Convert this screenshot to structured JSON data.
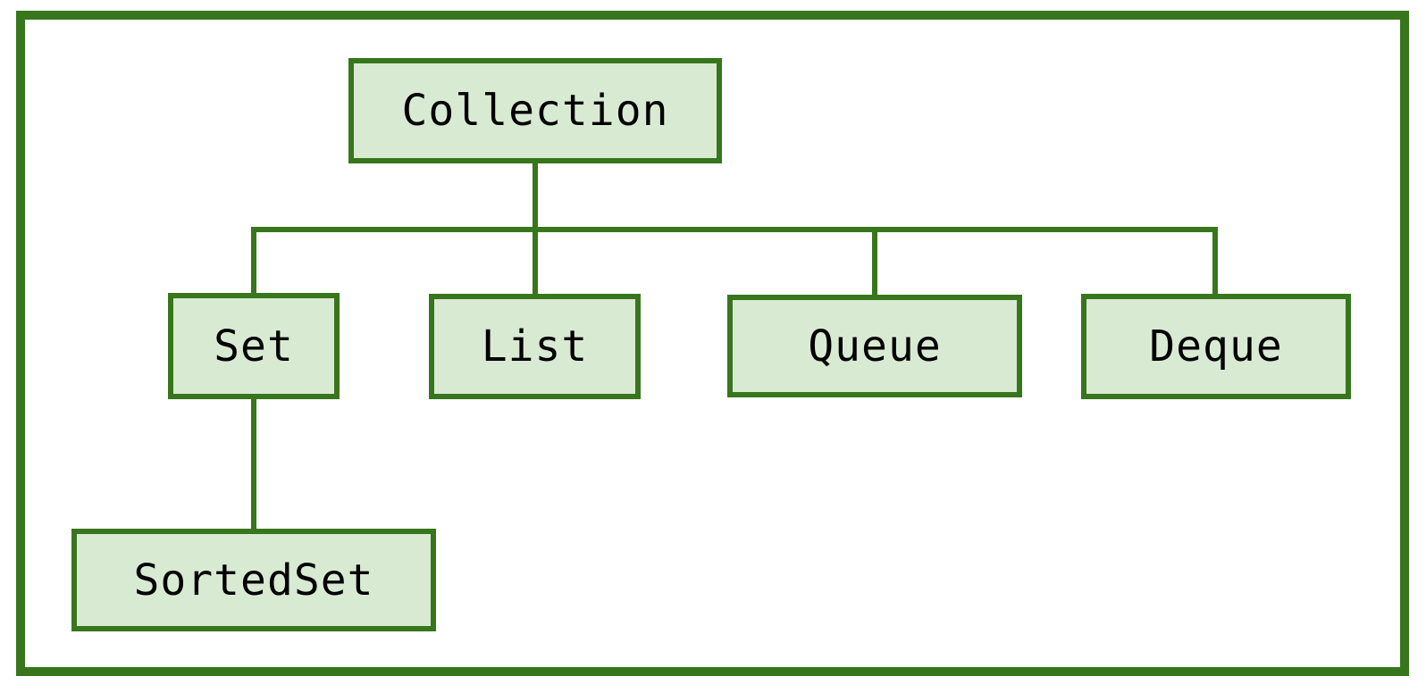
{
  "diagram": {
    "type": "hierarchy",
    "nodes": [
      {
        "id": "collection",
        "label": "Collection",
        "level": 0
      },
      {
        "id": "set",
        "label": "Set",
        "level": 1
      },
      {
        "id": "list",
        "label": "List",
        "level": 1
      },
      {
        "id": "queue",
        "label": "Queue",
        "level": 1
      },
      {
        "id": "deque",
        "label": "Deque",
        "level": 1
      },
      {
        "id": "sortedset",
        "label": "SortedSet",
        "level": 2
      }
    ],
    "edges": [
      {
        "from": "collection",
        "to": "set"
      },
      {
        "from": "collection",
        "to": "list"
      },
      {
        "from": "collection",
        "to": "queue"
      },
      {
        "from": "collection",
        "to": "deque"
      },
      {
        "from": "set",
        "to": "sortedset"
      }
    ],
    "colors": {
      "node_fill": "#d9ead3",
      "node_border": "#38761d",
      "connector_line": "#38761d",
      "outer_border": "#38761d",
      "text": "#000000",
      "background": "#ffffff"
    }
  }
}
